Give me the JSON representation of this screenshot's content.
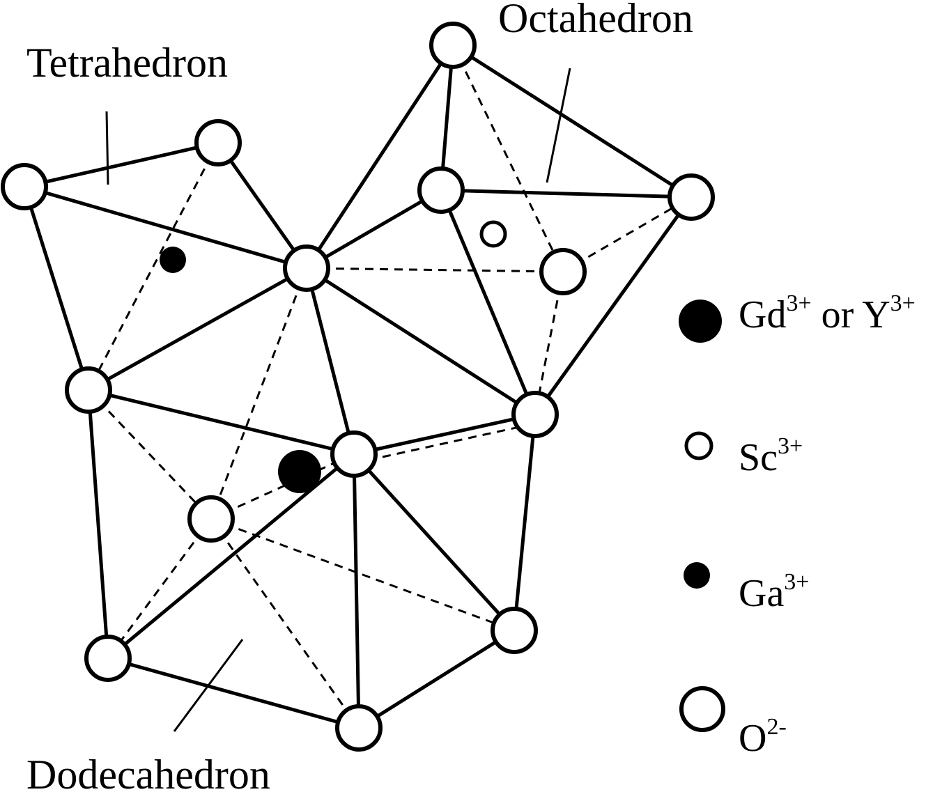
{
  "diagram": {
    "labels": {
      "tetrahedron": "Tetrahedron",
      "octahedron": "Octahedron",
      "dodecahedron": "Dodecahedron"
    },
    "legend": [
      {
        "symbol": "large-filled-circle",
        "ion_base": "Gd",
        "ion_sup": "3+",
        "connector": " or ",
        "ion2_base": "Y",
        "ion2_sup": "3+"
      },
      {
        "symbol": "small-open-circle",
        "ion_base": "Sc",
        "ion_sup": "3+"
      },
      {
        "symbol": "small-filled-circle",
        "ion_base": "Ga",
        "ion_sup": "3+"
      },
      {
        "symbol": "large-open-circle",
        "ion_base": "O",
        "ion_sup": "2-"
      }
    ],
    "colors": {
      "ink": "#000000",
      "background": "#ffffff"
    }
  }
}
